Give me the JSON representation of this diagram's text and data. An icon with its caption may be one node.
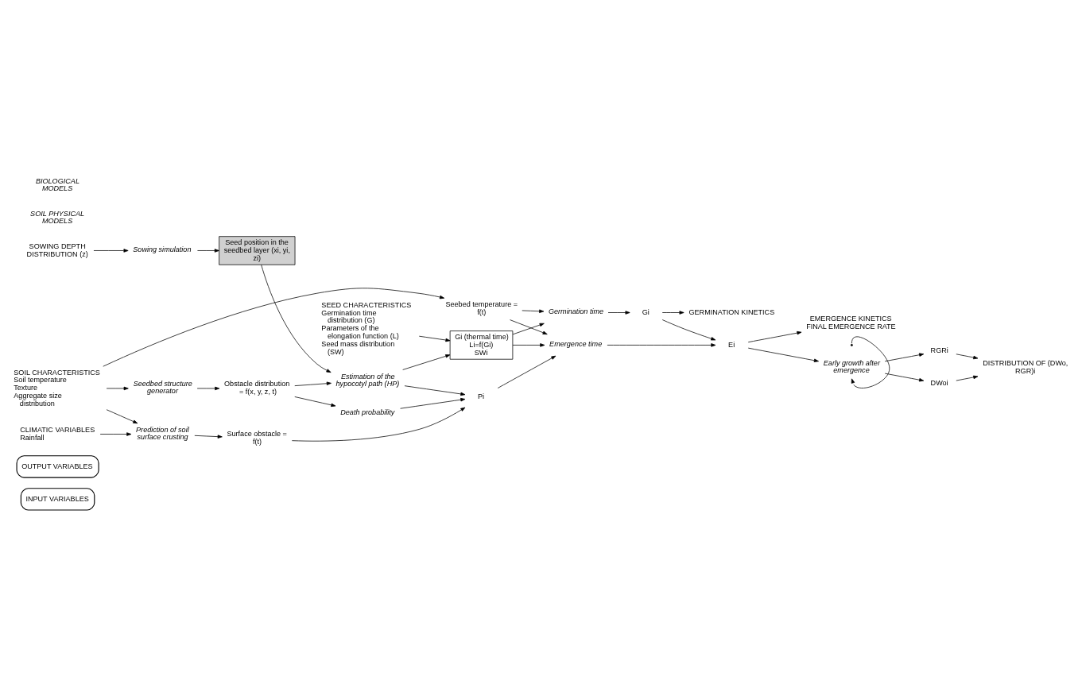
{
  "diagram": {
    "nodes": [
      {
        "text": [
          "INPUT VARIABLES"
        ]
      },
      {
        "text": [
          "OUTPUT VARIABLES"
        ]
      },
      {
        "text": [
          "SEED CHARACTERISTICS",
          "Germination time distribution (G)",
          "Parameters of the elongation function (L)",
          "Seed mass distribution (SW)"
        ]
      },
      {
        "text": [
          "Gi (thermal time)",
          "Li=f(Gi)",
          "SWi"
        ]
      },
      {
        "text": [
          "Germination time"
        ]
      },
      {
        "text": [
          "Gi"
        ]
      },
      {
        "text": [
          "GERMINATION KINETICS"
        ]
      },
      {
        "text": [
          "CLIMATIC VARIABLES",
          "Rainfall"
        ]
      },
      {
        "text": [
          "Seebed temperature = f(t)"
        ]
      },
      {
        "text": [
          "Emergence time"
        ]
      },
      {
        "text": [
          "Ei"
        ]
      },
      {
        "text": [
          "EMERGENCE KINETICS FINAL EMERGENCE RATE"
        ]
      },
      {
        "text": [
          "SOIL CHARACTERISTICS",
          "Soil temperature",
          "Texture",
          "Aggregate size distribution"
        ]
      },
      {
        "text": [
          "Prediction of soil surface crusting"
        ]
      },
      {
        "text": [
          "Surface obstacle = f(t)"
        ]
      },
      {
        "text": [
          "Pi"
        ]
      },
      {
        "text": [
          "Death probability"
        ]
      },
      {
        "text": [
          "Estimation of the hypocotyl path (HP)"
        ]
      },
      {
        "text": [
          "Seedbed structure generator"
        ]
      },
      {
        "text": [
          "Obstacle distribution = f(x, y, z, t)"
        ]
      },
      {
        "text": [
          "Early growth after emergence"
        ]
      },
      {
        "text": [
          "SOWING DEPTH DISTRIBUTION (z)"
        ]
      },
      {
        "text": [
          "RGRi"
        ]
      },
      {
        "text": [
          "DWoi"
        ]
      },
      {
        "text": [
          "DISTRIBUTION OF (DWo, RGR)i"
        ]
      },
      {
        "text": [
          "Sowing simulation"
        ]
      },
      {
        "text": [
          "Seed position in the seedbed layer (xi, yi, zi)"
        ]
      }
    ],
    "edges": [
      {
        "from": 2,
        "to": 3,
        "arrow": "to"
      },
      {
        "from": 3,
        "to": 4,
        "arrow": "to"
      },
      {
        "from": 3,
        "to": 9,
        "arrow": "to"
      },
      {
        "from": 4,
        "to": 5,
        "arrow": "to"
      },
      {
        "from": 5,
        "to": 6,
        "arrow": "to"
      },
      {
        "from": 5,
        "to": 10,
        "arrow": "to"
      },
      {
        "from": 12,
        "to": 8,
        "arrow": "to"
      },
      {
        "from": 8,
        "to": 4,
        "arrow": "to"
      },
      {
        "from": 8,
        "to": 9,
        "arrow": "to"
      },
      {
        "from": 9,
        "to": 10,
        "arrow": "to"
      },
      {
        "from": 10,
        "to": 11,
        "arrow": "to"
      },
      {
        "from": 7,
        "to": 13,
        "arrow": "to"
      },
      {
        "from": 12,
        "to": 13,
        "arrow": "to"
      },
      {
        "from": 13,
        "to": 14,
        "arrow": "to"
      },
      {
        "from": 14,
        "to": 15,
        "arrow": "to"
      },
      {
        "from": 16,
        "to": 15,
        "arrow": "to"
      },
      {
        "from": 15,
        "to": 9,
        "arrow": "to"
      },
      {
        "from": 17,
        "to": 15,
        "arrow": "to"
      },
      {
        "from": 17,
        "to": 3,
        "arrow": "to"
      },
      {
        "from": 12,
        "to": 18,
        "arrow": "to"
      },
      {
        "from": 18,
        "to": 19,
        "arrow": "to"
      },
      {
        "from": 19,
        "to": 17,
        "arrow": "to"
      },
      {
        "from": 19,
        "to": 16,
        "arrow": "to"
      },
      {
        "from": 21,
        "to": 25,
        "arrow": "to"
      },
      {
        "from": 25,
        "to": 26,
        "arrow": "to"
      },
      {
        "from": 26,
        "to": 17,
        "arrow": "to"
      },
      {
        "from": 10,
        "to": 20,
        "arrow": "to"
      },
      {
        "from": 20,
        "to": 22,
        "arrow": "to"
      },
      {
        "from": 20,
        "to": 23,
        "arrow": "to"
      },
      {
        "from": 22,
        "to": 24,
        "arrow": "to"
      },
      {
        "from": 23,
        "to": 24,
        "arrow": "to"
      },
      {
        "from": null,
        "to": 20,
        "arrow": "to"
      }
    ],
    "labels": [
      "SOIL PHYSICAL MODELS",
      "BIOLOGICAL MODELS"
    ]
  }
}
